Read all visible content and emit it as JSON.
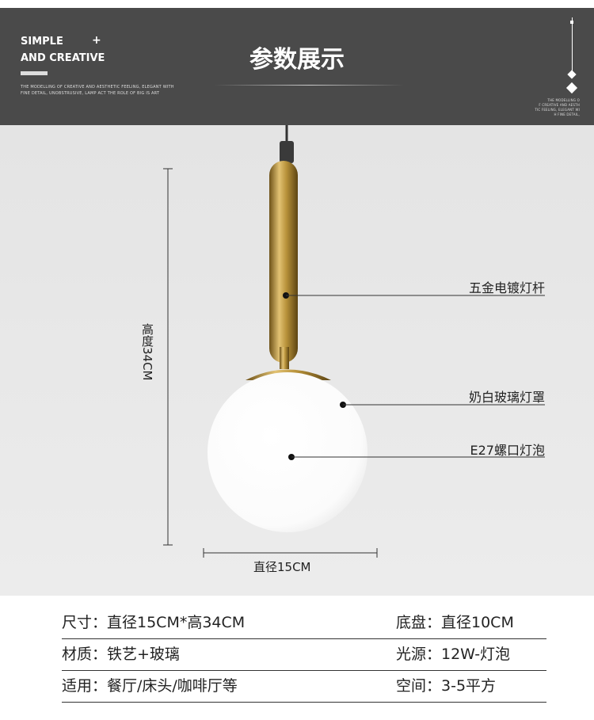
{
  "header": {
    "slogan_line1": "SIMPLE",
    "plus": "+",
    "slogan_line2": "AND CREATIVE",
    "desc_line1": "THE MODELLING OF CREATIVE AND AESTHETIC FEELING, ELEGANT WITH",
    "desc_line2": "FINE DETAIL, UNOBSTRUSIVE, LAMP ACT THE ROLE OF BIG IS ART",
    "title": "参数展示",
    "right_text": [
      "THE MODELLING O",
      "F CREATIVE AND AESTH",
      "TIC FEELING, ELEGANT WI",
      "H FINE DETAIL,"
    ]
  },
  "diagram": {
    "height_label": "高度34CM",
    "width_label": "直径15CM",
    "callouts": [
      "五金电镀灯杆",
      "奶白玻璃灯罩",
      "E27螺口灯泡"
    ]
  },
  "specs": [
    {
      "left": "尺寸：直径15CM*高34CM",
      "right": "底盘：直径10CM"
    },
    {
      "left": "材质：铁艺+玻璃",
      "right": "光源：12W-灯泡"
    },
    {
      "left": "适用：餐厅/床头/咖啡厅等",
      "right": "空间：3-5平方"
    }
  ],
  "colors": {
    "header": "#4a4a4a",
    "gold": "#b8923a"
  }
}
